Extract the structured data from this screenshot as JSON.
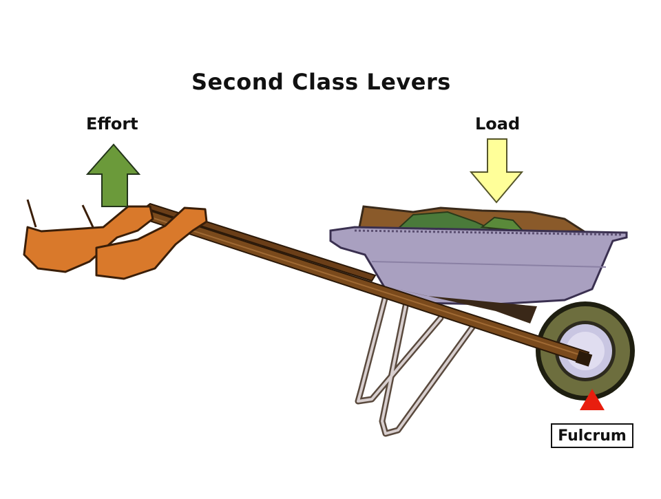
{
  "diagram": {
    "title": "Second Class Levers",
    "effort_label": "Effort",
    "load_label": "Load",
    "fulcrum_label": "Fulcrum",
    "colors": {
      "effort_arrow": "#6b9a3a",
      "load_arrow": "#ffff99",
      "fulcrum_marker": "#e81e0e",
      "handle": "#7a4a1c",
      "tray": "#a9a0c0",
      "arm": "#d9792b",
      "tire": "#6d6e3e",
      "hub": "#c9c6e2"
    }
  }
}
